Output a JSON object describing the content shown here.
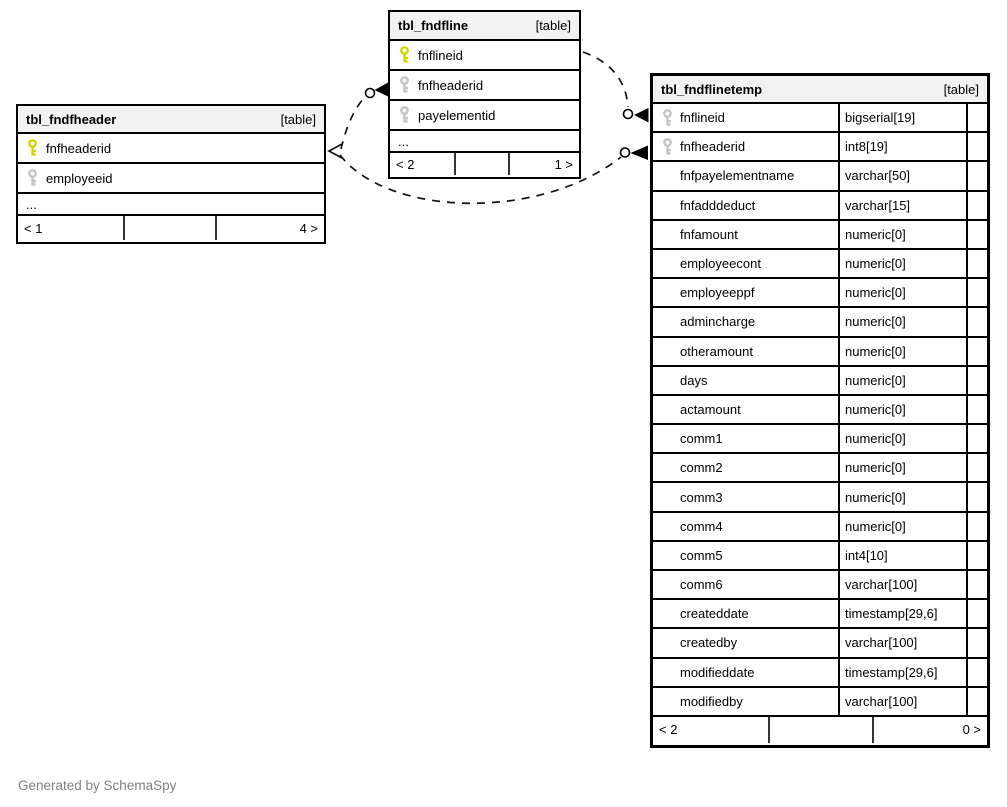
{
  "page": {
    "footer_note": "Generated by SchemaSpy",
    "background": "#ffffff"
  },
  "colors": {
    "primary_key": "#d4d400",
    "foreign_key": "#c4c4c4",
    "title_background": "#f2f2f2",
    "border": "#000000",
    "relation_line": "#111111",
    "credit_text": "#808080"
  },
  "tables": [
    {
      "id": "tbl_fndfheader",
      "title": "tbl_fndfheader",
      "badge": "[table]",
      "columns": [
        {
          "name": "fnfheaderid",
          "key": "primary"
        },
        {
          "name": "employeeid",
          "key": "foreign"
        }
      ],
      "ellipsis": "...",
      "footer": {
        "left": "< 1",
        "middle": "",
        "right": "4 >"
      }
    },
    {
      "id": "tbl_fndfline",
      "title": "tbl_fndfline",
      "badge": "[table]",
      "columns": [
        {
          "name": "fnflineid",
          "key": "primary"
        },
        {
          "name": "fnfheaderid",
          "key": "foreign"
        },
        {
          "name": "payelementid",
          "key": "foreign"
        }
      ],
      "ellipsis": "...",
      "footer": {
        "left": "< 2",
        "middle": "",
        "right": "1 >"
      }
    },
    {
      "id": "tbl_fndflinetemp",
      "title": "tbl_fndflinetemp",
      "badge": "[table]",
      "columns": [
        {
          "name": "fnflineid",
          "type": "bigserial[19]",
          "key": "foreign"
        },
        {
          "name": "fnfheaderid",
          "type": "int8[19]",
          "key": "foreign"
        },
        {
          "name": "fnfpayelementname",
          "type": "varchar[50]"
        },
        {
          "name": "fnfadddeduct",
          "type": "varchar[15]"
        },
        {
          "name": "fnfamount",
          "type": "numeric[0]"
        },
        {
          "name": "employeecont",
          "type": "numeric[0]"
        },
        {
          "name": "employeeppf",
          "type": "numeric[0]"
        },
        {
          "name": "admincharge",
          "type": "numeric[0]"
        },
        {
          "name": "otheramount",
          "type": "numeric[0]"
        },
        {
          "name": "days",
          "type": "numeric[0]"
        },
        {
          "name": "actamount",
          "type": "numeric[0]"
        },
        {
          "name": "comm1",
          "type": "numeric[0]"
        },
        {
          "name": "comm2",
          "type": "numeric[0]"
        },
        {
          "name": "comm3",
          "type": "numeric[0]"
        },
        {
          "name": "comm4",
          "type": "numeric[0]"
        },
        {
          "name": "comm5",
          "type": "int4[10]"
        },
        {
          "name": "comm6",
          "type": "varchar[100]"
        },
        {
          "name": "createddate",
          "type": "timestamp[29,6]"
        },
        {
          "name": "createdby",
          "type": "varchar[100]"
        },
        {
          "name": "modifieddate",
          "type": "timestamp[29,6]"
        },
        {
          "name": "modifiedby",
          "type": "varchar[100]"
        }
      ],
      "footer": {
        "left": "< 2",
        "middle": "",
        "right": "0 >"
      }
    }
  ],
  "relationships": [
    {
      "from_table": "tbl_fndfline",
      "from_column": "fnfheaderid",
      "to_table": "tbl_fndfheader",
      "to_column": "fnfheaderid"
    },
    {
      "from_table": "tbl_fndflinetemp",
      "from_column": "fnflineid",
      "to_table": "tbl_fndfline",
      "to_column": "fnflineid"
    },
    {
      "from_table": "tbl_fndflinetemp",
      "from_column": "fnfheaderid",
      "to_table": "tbl_fndfheader",
      "to_column": "fnfheaderid"
    }
  ]
}
